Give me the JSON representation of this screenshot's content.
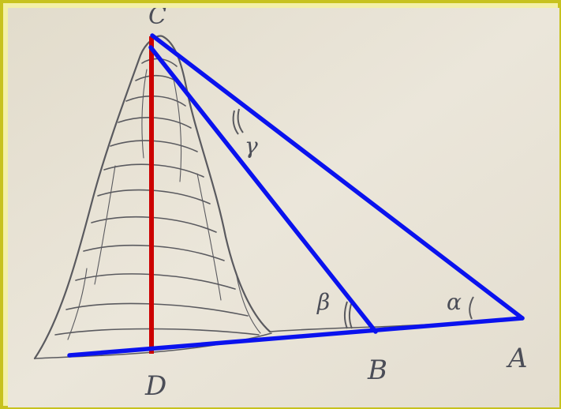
{
  "figure": {
    "points": [
      {
        "id": "C",
        "label": "C"
      },
      {
        "id": "D",
        "label": "D"
      },
      {
        "id": "B",
        "label": "B"
      },
      {
        "id": "A",
        "label": "A"
      }
    ],
    "angles": [
      {
        "id": "gamma",
        "label": "γ"
      },
      {
        "id": "beta",
        "label": "β"
      },
      {
        "id": "alpha",
        "label": "α"
      }
    ],
    "colors": {
      "height_line": "#cc0000",
      "triangle_lines": "#0a12ee",
      "paper": "#e6e0d2",
      "sketch": "#5a5a5f",
      "frame": "#c7c21e"
    }
  }
}
